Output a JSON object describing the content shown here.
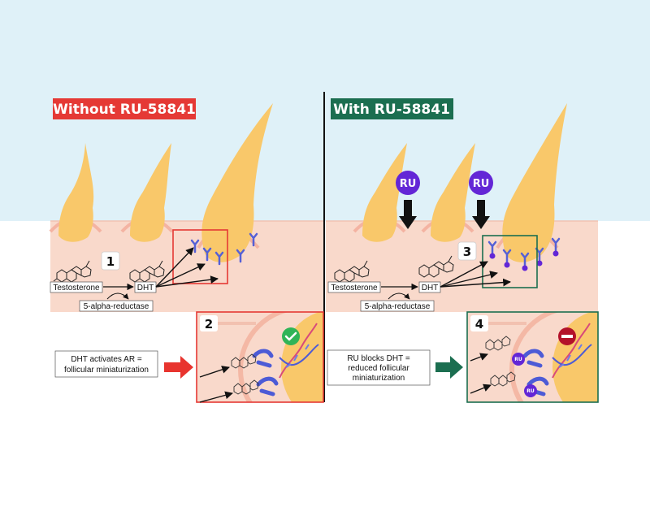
{
  "left_panel": {
    "title": "Without RU-58841",
    "title_color": "#e53935",
    "step1": "1",
    "step2": "2",
    "precursor": "Testosterone",
    "product": "DHT",
    "enzyme": "5-alpha-reductase",
    "caption_line1": "DHT activates AR =",
    "caption_line2": "follicular miniaturization",
    "status_icon": "check-icon",
    "arrow_color": "#e8342e"
  },
  "right_panel": {
    "title": "With RU-58841",
    "title_color": "#1b6e50",
    "step3": "3",
    "step4": "4",
    "precursor": "Testosterone",
    "product": "DHT",
    "enzyme": "5-alpha-reductase",
    "ru_label": "RU",
    "caption_line1": "RU blocks DHT =",
    "caption_line2": "reduced follicular",
    "caption_line3": "miniaturization",
    "status_icon": "no-entry-icon",
    "arrow_color": "#1b6e50"
  },
  "colors": {
    "sky": "#dff1f8",
    "skin": "#f9d9cb",
    "hair": "#f9c86a",
    "receptor": "#5560d6",
    "ru_purple": "#6326d6"
  }
}
